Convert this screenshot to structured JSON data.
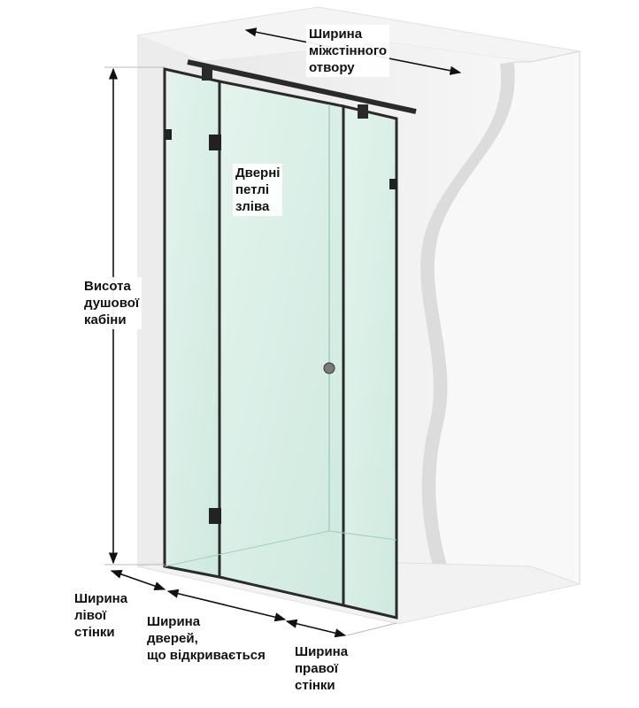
{
  "labels": {
    "opening_width": "Ширина\nміжстінного\nотвору",
    "hinges_left": "Дверні\nпетлі\nзліва",
    "cabin_height": "Висота\nдушової\nкабіни",
    "left_wall_width": "Ширина\nлівої\nстінки",
    "door_width": "Ширина\nдверей,\nщо відкривається",
    "right_wall_width": "Ширина\nправої\nстінки"
  },
  "colors": {
    "glass": "#d8efe6",
    "glass_edge": "#9fcfbf",
    "frame": "#2a2a2a",
    "wall": "#f0f0f0",
    "wall_shadow": "#d9d9d9",
    "arrow": "#111111"
  }
}
